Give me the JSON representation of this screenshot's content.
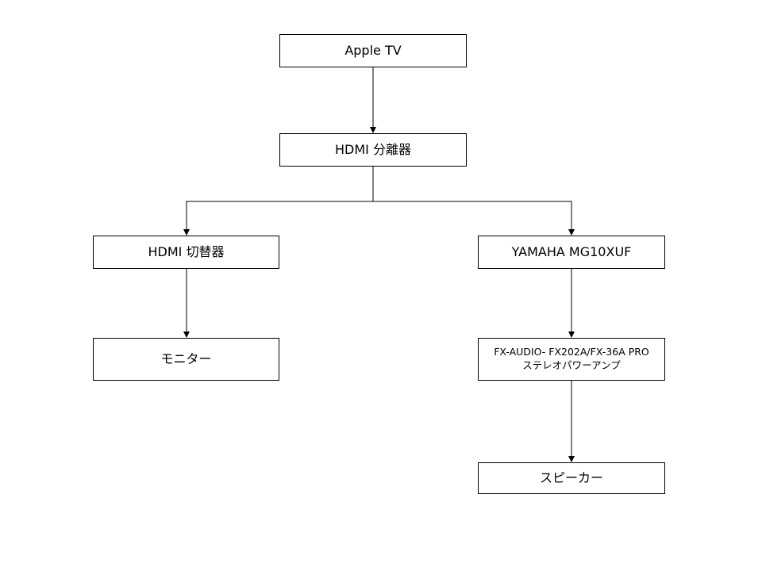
{
  "diagram": {
    "nodes": {
      "apple_tv": {
        "label": "Apple TV"
      },
      "hdmi_splitter": {
        "label": "HDMI 分離器"
      },
      "hdmi_switch": {
        "label": "HDMI 切替器"
      },
      "yamaha_mixer": {
        "label": "YAMAHA MG10XUF"
      },
      "monitor": {
        "label": "モニター"
      },
      "amplifier": {
        "line1": "FX-AUDIO- FX202A/FX-36A PRO",
        "line2": "ステレオパワーアンプ"
      },
      "speaker": {
        "label": "スピーカー"
      }
    },
    "edges": [
      {
        "from": "apple_tv",
        "to": "hdmi_splitter"
      },
      {
        "from": "hdmi_splitter",
        "to": "hdmi_switch"
      },
      {
        "from": "hdmi_splitter",
        "to": "yamaha_mixer"
      },
      {
        "from": "hdmi_switch",
        "to": "monitor"
      },
      {
        "from": "yamaha_mixer",
        "to": "amplifier"
      },
      {
        "from": "amplifier",
        "to": "speaker"
      }
    ],
    "colors": {
      "line": "#000000",
      "box_border": "#000000",
      "box_fill": "#ffffff",
      "background": "#ffffff"
    }
  }
}
